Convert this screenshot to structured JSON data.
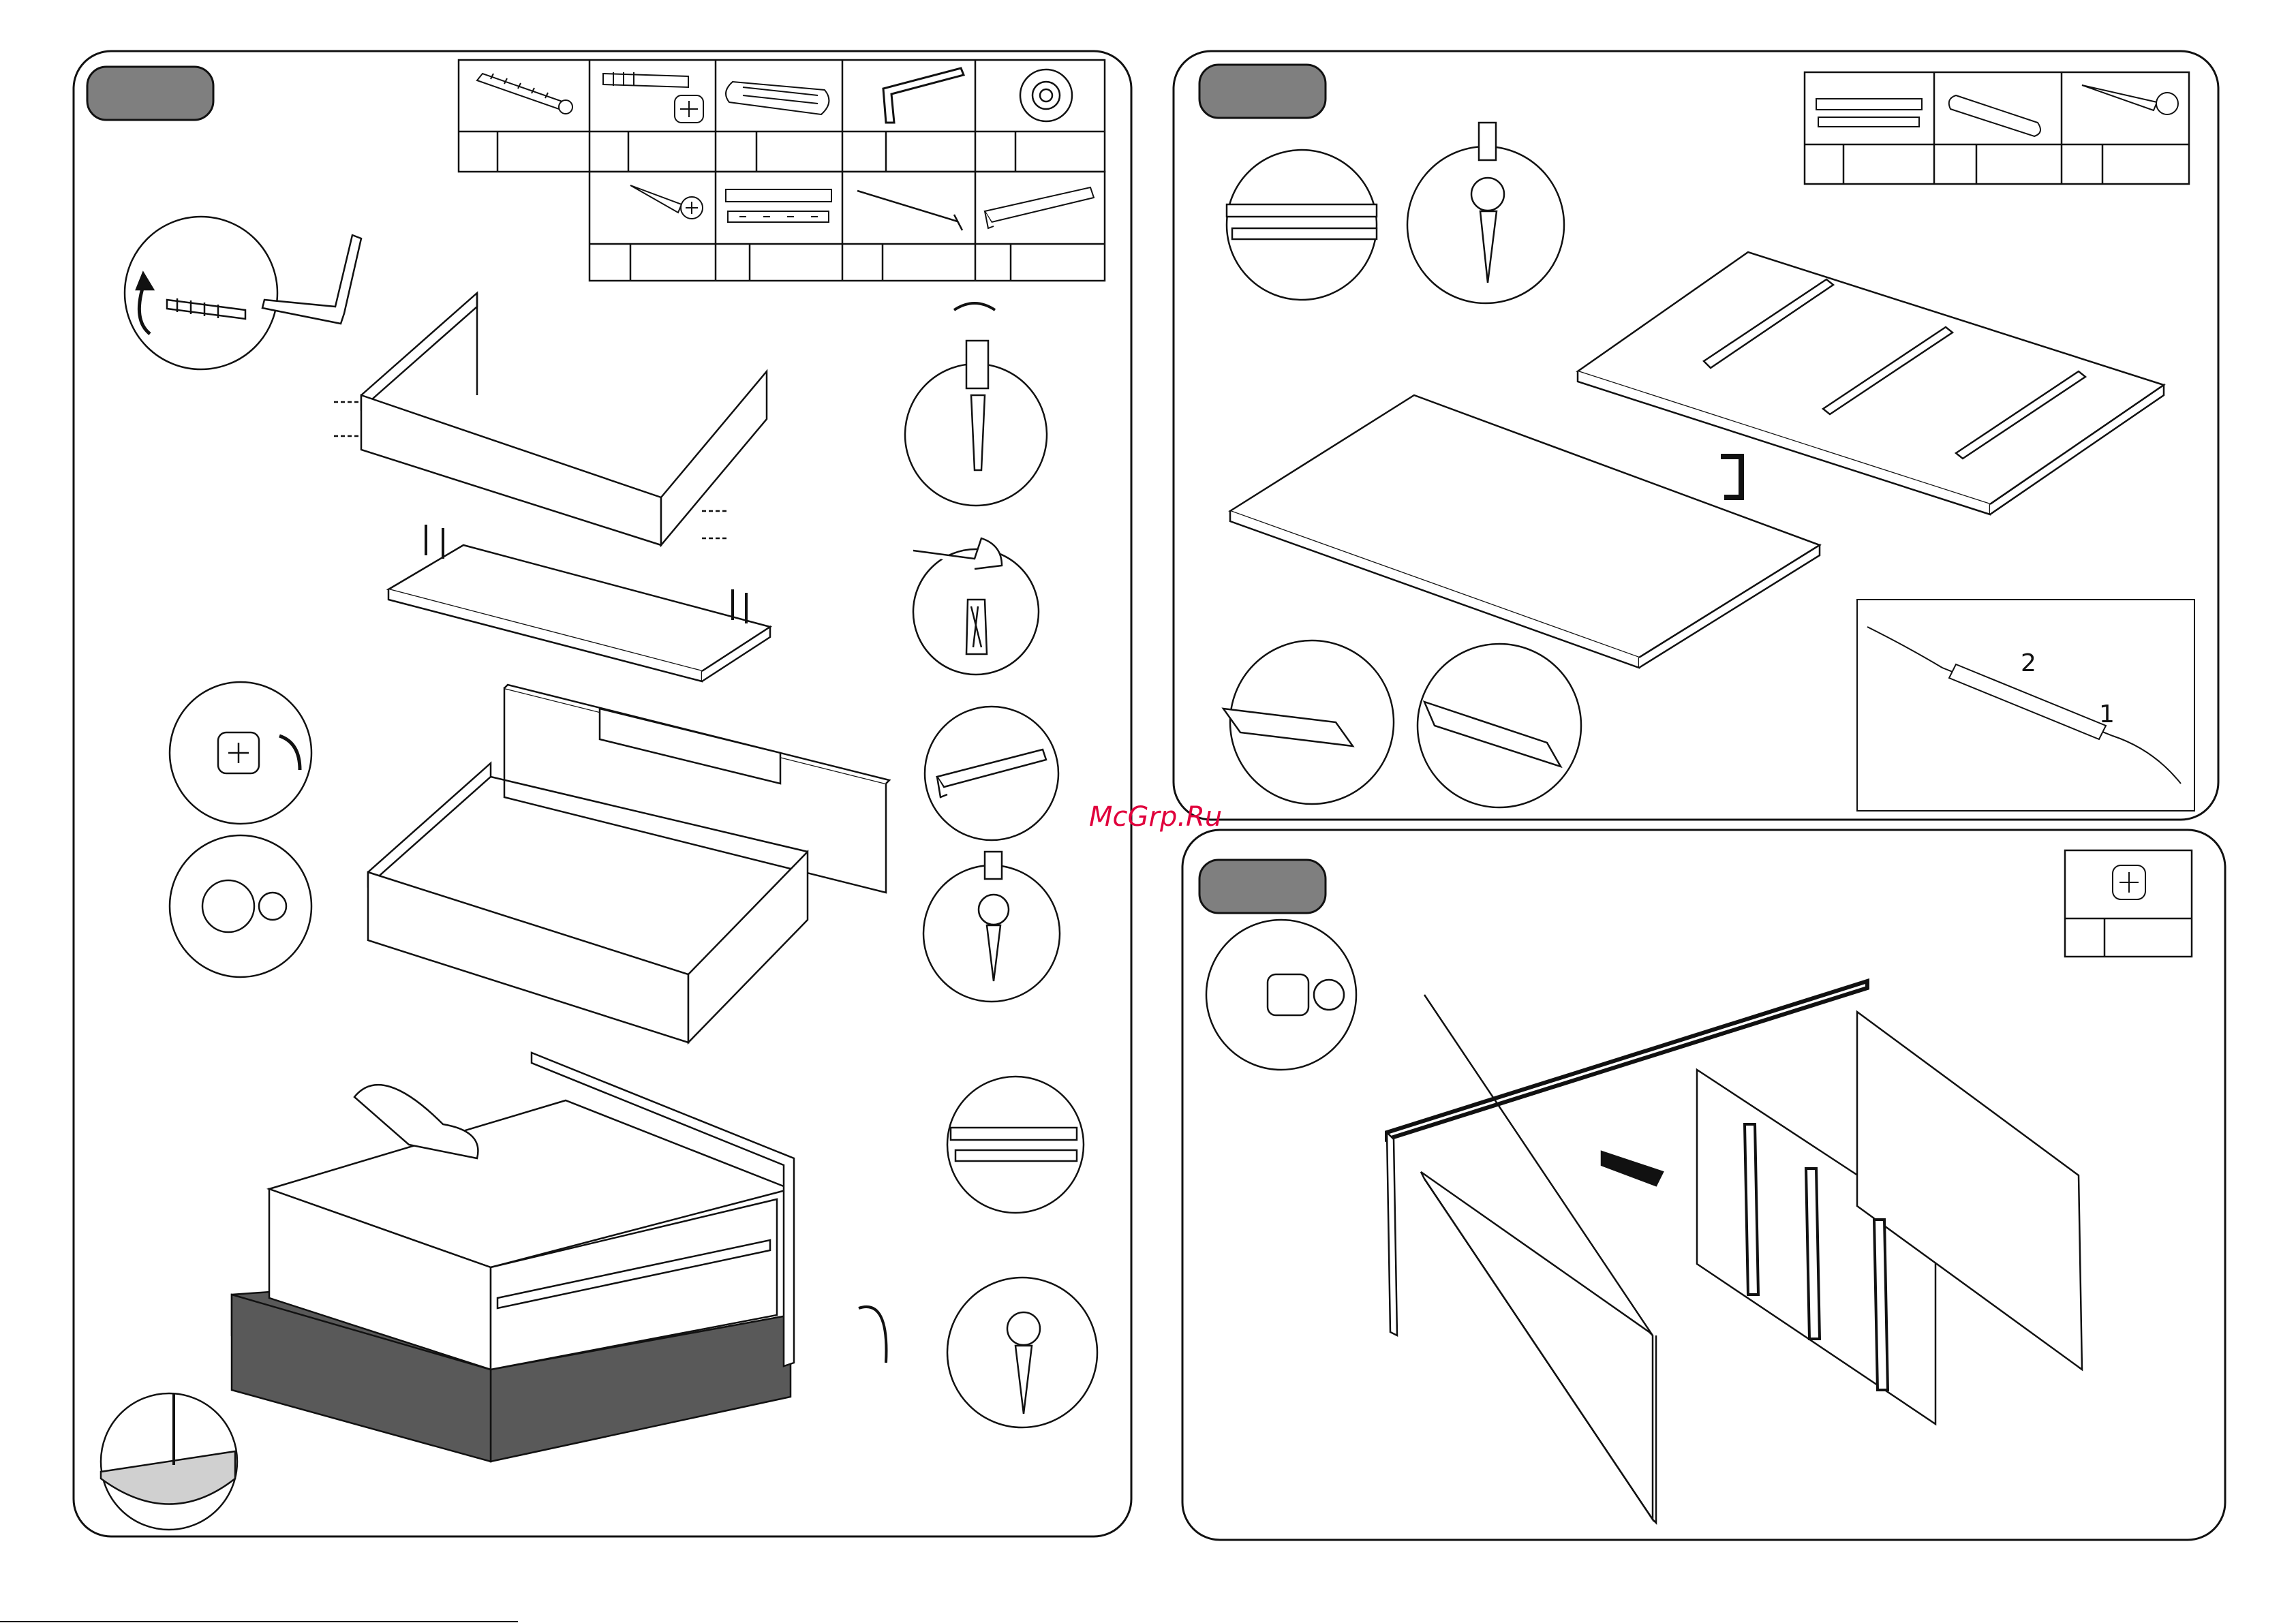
{
  "watermark": {
    "text": "McGrp.Ru",
    "color": "#e0003c"
  },
  "colors": {
    "ink": "#111111",
    "step_badge": "#7f7f7f",
    "shelf_box": "#595959",
    "highlight_hole": "#cc0099",
    "cam_highlight": "#1aa3a3"
  },
  "panels": [
    {
      "id": "panel-left",
      "step_badge": ""
    },
    {
      "id": "panel-top-right",
      "step_badge": ""
    },
    {
      "id": "panel-bottom-right",
      "step_badge": ""
    }
  ],
  "left_parts_table": {
    "row1_icons": [
      "confirmat-screw-icon",
      "cam-bolt-and-lock-icon",
      "wood-dowel-icon",
      "allen-key-icon",
      "knob-icon"
    ],
    "row1_counts": [
      "",
      "",
      "",
      "",
      ""
    ],
    "row2_icons": [
      "wood-screw-icon",
      "drawer-runner-icon",
      "nail-icon",
      "handle-profile-icon"
    ],
    "row2_counts": [
      "",
      "",
      "",
      ""
    ]
  },
  "top_right_parts_table": {
    "icons": [
      "drawer-runner-icon",
      "roller-icon",
      "wood-screw-icon"
    ],
    "counts": [
      "",
      "",
      ""
    ]
  },
  "bottom_right_parts_table": {
    "icons": [
      "cam-lock-icon"
    ],
    "counts": [
      ""
    ]
  },
  "runner_removal_steps": [
    "2",
    "1"
  ]
}
